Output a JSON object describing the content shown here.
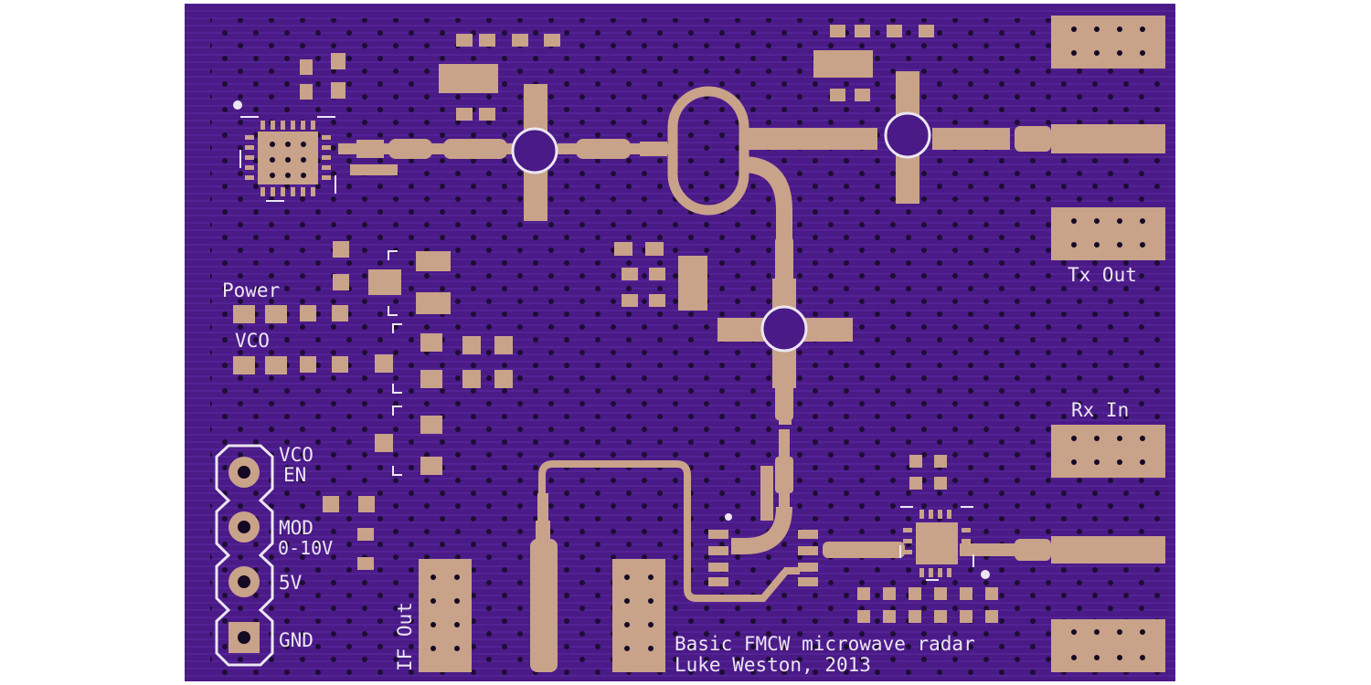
{
  "board": {
    "colors": {
      "background": "#ffffff",
      "substrate": "#4a1a86",
      "copper": "#c9a28a",
      "silkscreen": "#ece6f2",
      "via_hole": "#150a24"
    }
  },
  "labels": {
    "power": "Power",
    "vco": "VCO",
    "tx_out": "Tx Out",
    "rx_in": "Rx In",
    "if_out": "IF Out",
    "header_vco_en_line1": "VCO",
    "header_vco_en_line2": "EN",
    "header_mod_line1": "MOD",
    "header_mod_line2": "0-10V",
    "header_5v": "5V",
    "header_gnd": "GND",
    "title": "Basic FMCW microwave radar",
    "author": "Luke Weston, 2013"
  }
}
